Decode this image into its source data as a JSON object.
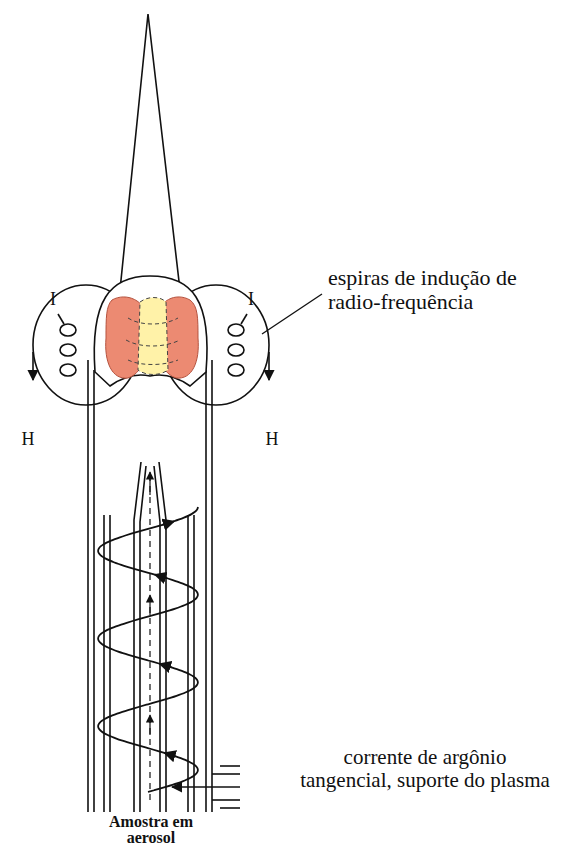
{
  "diagram": {
    "labels": [
      "espiras de indução de radio-frequência",
      "I",
      "I",
      "H",
      "H",
      "corrente de argônio tangencial, suporte do plasma",
      "Amostra em aerosol"
    ]
  }
}
